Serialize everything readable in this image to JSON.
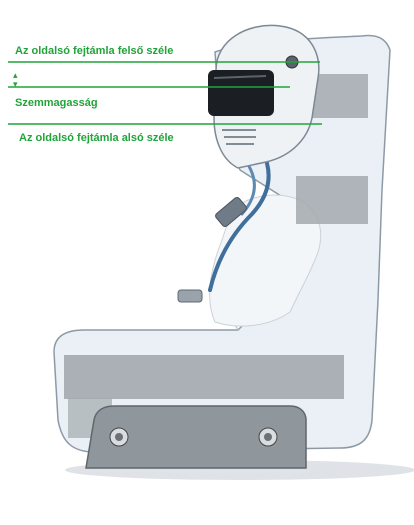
{
  "labels": {
    "top_edge": "Az oldalsó fejtámla felső széle",
    "eye_level": "Szemmagasság",
    "bottom_edge": "Az oldalsó fejtámla alsó széle"
  },
  "colors": {
    "label_green": "#22a33a",
    "seat_shell": "#e9eef3",
    "seat_outline": "#8d9aa6",
    "pad_gray": "#a3a9ae",
    "helmet_shell": "#eef2f5",
    "visor": "#1b1f24",
    "harness_blue": "#3f6f9a",
    "mount_gray": "#8f969c"
  },
  "icons": {
    "level_arrow": "up-down-arrow-icon"
  }
}
